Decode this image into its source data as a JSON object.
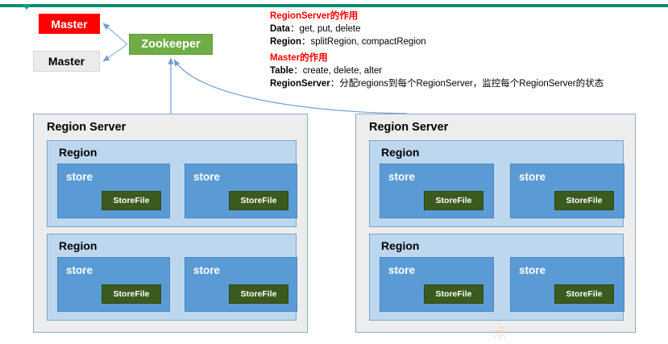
{
  "diagram": {
    "title": "HBase architecture diagram",
    "top_rule_color": "#0c8a72",
    "watermark": "术"
  },
  "nodes": {
    "master_active": {
      "label": "Master",
      "color": "#fe0000",
      "text_color": "#ffffff"
    },
    "master_standby": {
      "label": "Master",
      "color": "#ebebeb",
      "text_color": "#000000"
    },
    "zookeeper": {
      "label": "Zookeeper",
      "color": "#70ad47",
      "text_color": "#ffffff"
    }
  },
  "notes": [
    {
      "heading": "RegionServer的作用",
      "heading_color": "#ff0000",
      "lines": [
        {
          "key": "Data",
          "sep": "：",
          "value": "get, put, delete"
        },
        {
          "key": "Region",
          "sep": "：",
          "value": "splitRegion, compactRegion"
        }
      ]
    },
    {
      "heading": "Master的作用",
      "heading_color": "#ff0000",
      "lines": [
        {
          "key": "Table",
          "sep": "：",
          "value": "create, delete, alter"
        },
        {
          "key": "RegionServer",
          "sep": "：",
          "value": "分配regions到每个RegionServer，监控每个RegionServer的状态"
        }
      ]
    }
  ],
  "region_servers": [
    {
      "title": "Region Server",
      "regions": [
        {
          "title": "Region",
          "stores": [
            {
              "title": "store",
              "storefile": "StoreFile"
            },
            {
              "title": "store",
              "storefile": "StoreFile"
            }
          ]
        },
        {
          "title": "Region",
          "stores": [
            {
              "title": "store",
              "storefile": "StoreFile"
            },
            {
              "title": "store",
              "storefile": "StoreFile"
            }
          ]
        }
      ]
    },
    {
      "title": "Region Server",
      "regions": [
        {
          "title": "Region",
          "stores": [
            {
              "title": "store",
              "storefile": "StoreFile"
            },
            {
              "title": "store",
              "storefile": "StoreFile"
            }
          ]
        },
        {
          "title": "Region",
          "stores": [
            {
              "title": "store",
              "storefile": "StoreFile"
            },
            {
              "title": "store",
              "storefile": "StoreFile"
            }
          ]
        }
      ]
    }
  ],
  "colors": {
    "store": "#5b9bd5",
    "storefile": "#3a5a1e",
    "region": "#bdd7ee",
    "region_server": "#ededed",
    "arrow": "#6f9fd0"
  }
}
